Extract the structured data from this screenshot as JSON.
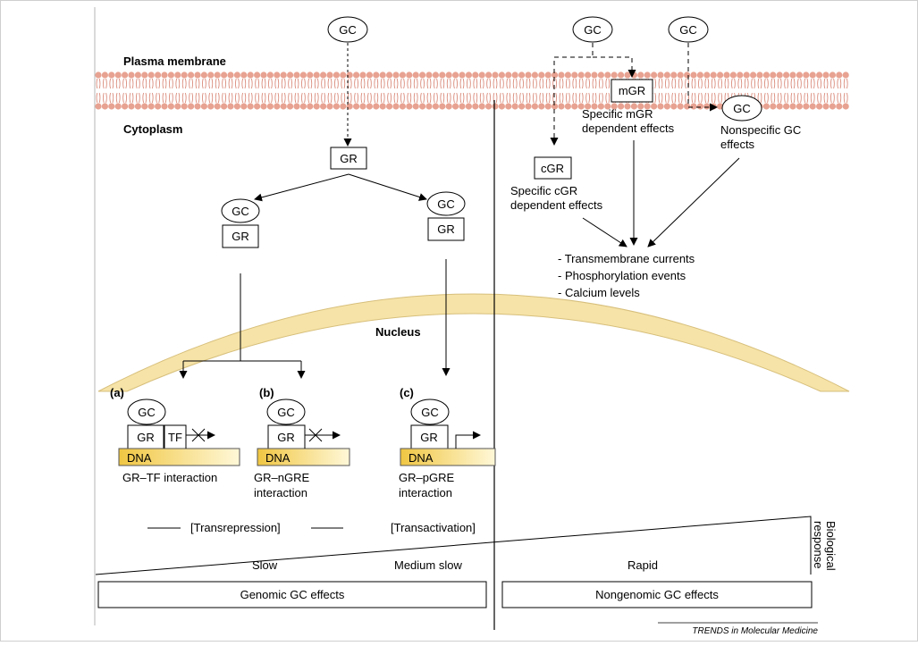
{
  "membrane": {
    "plasma_membrane": "Plasma membrane",
    "cytoplasm": "Cytoplasm",
    "nucleus": "Nucleus"
  },
  "molecules": {
    "gc": "GC",
    "gr": "GR",
    "mgr": "mGR",
    "cgr": "cGR",
    "tf": "TF",
    "dna": "DNA"
  },
  "panels": {
    "a": {
      "tag": "(a)",
      "caption": [
        "GR–TF interaction"
      ]
    },
    "b": {
      "tag": "(b)",
      "caption": [
        "GR–nGRE",
        "interaction"
      ]
    },
    "c": {
      "tag": "(c)",
      "caption": [
        "GR–pGRE",
        "interaction"
      ]
    }
  },
  "nongenomic": {
    "specific_mgr": [
      "Specific mGR",
      "dependent effects"
    ],
    "nonspecific_gc": [
      "Nonspecific GC",
      "effects"
    ],
    "specific_cgr": [
      "Specific cGR",
      "dependent effects"
    ],
    "effects_list": [
      "- Transmembrane currents",
      "- Phosphorylation events",
      "- Calcium levels"
    ]
  },
  "modes": {
    "transrepression": "[Transrepression]",
    "transactivation": "[Transactivation]"
  },
  "response": {
    "axis_label": [
      "Biological",
      "response"
    ],
    "slow": "Slow",
    "medium_slow": "Medium slow",
    "rapid": "Rapid"
  },
  "summary": {
    "genomic": "Genomic GC effects",
    "nongenomic": "Nongenomic GC effects"
  },
  "credit": "TRENDS in Molecular Medicine",
  "colors": {
    "bead": "#e8a291",
    "tail": "#d98a7a",
    "nucleus_fill": "#f6e3a7",
    "dna_dark": "#f0c642",
    "dna_light": "#fff8d8"
  }
}
